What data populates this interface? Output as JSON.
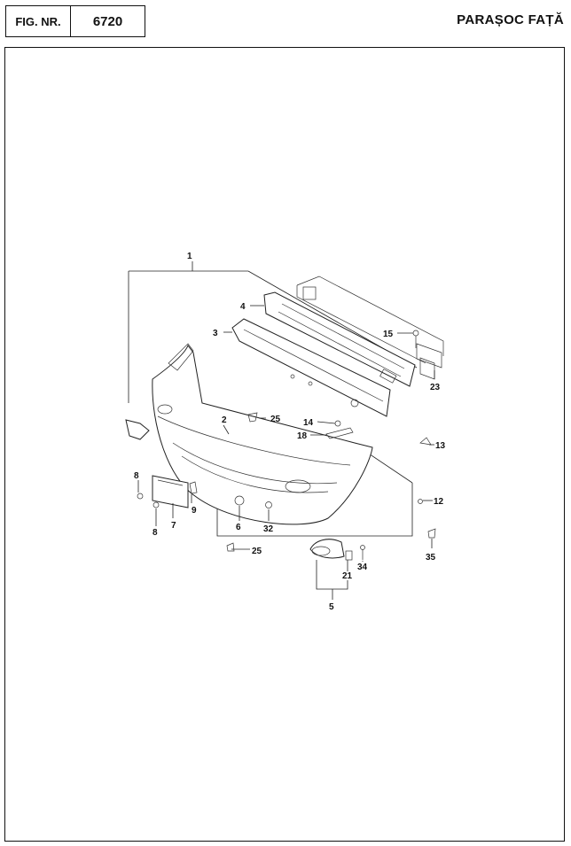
{
  "header": {
    "fig_label": "FIG. NR.",
    "fig_number": "6720",
    "title": "PARAȘOC FAȚĂ"
  },
  "callouts": {
    "c1": "1",
    "c2": "2",
    "c3": "3",
    "c4": "4",
    "c5": "5",
    "c6": "6",
    "c7": "7",
    "c8a": "8",
    "c8b": "8",
    "c9": "9",
    "c12": "12",
    "c13": "13",
    "c14": "14",
    "c15": "15",
    "c18": "18",
    "c21": "21",
    "c23": "23",
    "c25a": "25",
    "c25b": "25",
    "c32": "32",
    "c34": "34",
    "c35": "35"
  }
}
